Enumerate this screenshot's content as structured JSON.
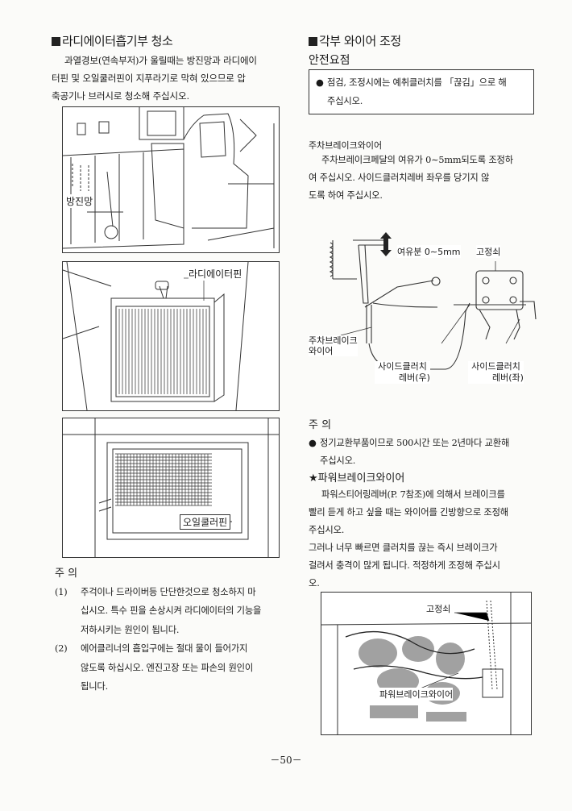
{
  "left": {
    "title": "라디에이터흡기부 청소",
    "paragraph": [
      "과열경보(연속부저)가 울릴때는 방진망과 라디에이",
      "터핀 및 오일쿨러핀이 지푸라기로 막혀 있으므로 압",
      "축공기나 브러시로 청소해 주십시오."
    ],
    "fig1_label": "방진망",
    "fig2_label": "라디에이터핀",
    "fig3_label": "오일쿨러핀",
    "notice_title": "주     의",
    "notice_items": [
      {
        "num": "(1)",
        "lines": [
          "주걱이나 드라이버등 단단한것으로 청소하지 마",
          "십시오. 특수 핀을 손상시켜 라디에이터의 기능을",
          "저하시키는 원인이 됩니다."
        ]
      },
      {
        "num": "(2)",
        "lines": [
          "에어클리너의 흡입구에는 절대 물이 들어가지",
          "않도록 하십시오. 엔진고장 또는 파손의 원인이",
          "됩니다."
        ]
      }
    ]
  },
  "right": {
    "title": "각부 와이어 조정",
    "safety_title": "안전요점",
    "safety_lines": [
      "점검, 조정시에는 예취클러치를 「끊김」으로 해",
      "주십시오."
    ],
    "parking_title": "주차브레이크와이어",
    "parking_lines": [
      "주차브레이크페달의 여유가 0∼5mm되도록 조정하",
      "여 주십시오. 사이드클러치레버 좌우를 당기지 않",
      "도록 하여 주십시오."
    ],
    "diagram_labels": {
      "play": "여유분 0∼5mm",
      "lock_nut": "고정쇠",
      "parking_wire_1": "주차브레이크",
      "parking_wire_2": "와이어",
      "side_right_1": "사이드클러치",
      "side_right_2": "레버(우)",
      "side_left_1": "사이드클러치",
      "side_left_2": "레버(좌)"
    },
    "notice_title": "주     의",
    "notice_lines": [
      "정기교환부품이므로 500시간 또는 2년마다 교환해",
      "주십시오."
    ],
    "power_title": "★파워브레이크와이어",
    "power_lines": [
      "파워스티어링레버(P. 7참조)에 의해서 브레이크를",
      "빨리 듣게 하고 싶을 때는 와이어를 긴방향으로 조정해",
      "주십시오."
    ],
    "power_lines2": [
      "그러나 너무 빠르면 클러치를 끊는 즉시 브레이크가",
      "걸려서 충격이 많게 됩니다. 적정하게 조정해 주십시",
      "오."
    ],
    "photo_labels": {
      "lock_nut": "고정쇠",
      "power_wire": "파워브레이크와이어"
    }
  },
  "page_number": "－50－",
  "bullet_symbol": "●"
}
